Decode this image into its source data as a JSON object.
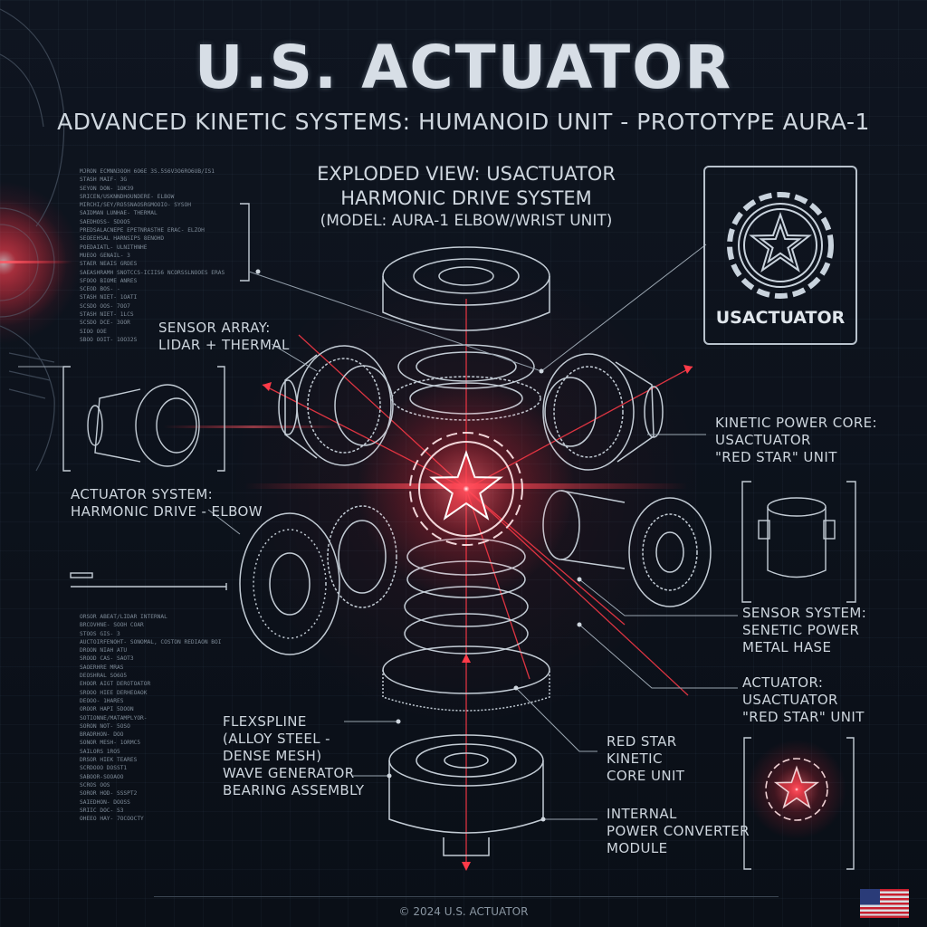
{
  "title": "U.S. ACTUATOR",
  "subtitle": "ADVANCED KINETIC SYSTEMS: HUMANOID UNIT - PROTOTYPE AURA-1",
  "exploded_view": {
    "line1": "EXPLODED VIEW: USACTUATOR",
    "line2": "HARMONIC DRIVE SYSTEM",
    "line3": "(MODEL: AURA-1 ELBOW/WRIST UNIT)"
  },
  "logo_text": "USACTUATOR",
  "labels": {
    "sensor_array": [
      "SENSOR ARRAY:",
      "LIDAR + THERMAL"
    ],
    "actuator_system": [
      "ACTUATOR SYSTEM:",
      "HARMONIC DRIVE - ELBOW"
    ],
    "kinetic_core": [
      "KINETIC POWER CORE:",
      "USACTUATOR",
      "\"RED STAR\" UNIT"
    ],
    "sensor_system": [
      "SENSOR SYSTEM:",
      "SENETIC POWER",
      "METAL HASE"
    ],
    "actuator": [
      "ACTUATOR:",
      "USACTUATOR",
      "\"RED STAR\" UNIT"
    ],
    "flexspline": [
      "FLEXSPLINE",
      "(ALLOY STEEL -",
      "DENSE MESH)",
      "WAVE GENERATOR",
      "BEARING ASSEMBLY"
    ],
    "red_star": [
      "RED STAR",
      "KINETIC",
      "CORE UNIT"
    ],
    "power_converter": [
      "INTERNAL",
      "POWER CONVERTER",
      "MODULE"
    ]
  },
  "spec_block_top": [
    "MJRON ECMNN3OOH 6O6E 3S.5S6V3O6RO6UB/IS1",
    "STASH MAIF- 3G",
    "SEYON DON- 1OK39",
    "SRICEN/USKNNDHOUNDERE- ELBOW",
    "MIRCHI/SEY/RO5SNAOSRGMOOIO- SYSOH",
    "SAIDMAN LUNHAE- THERMAL",
    "SAEDHOSS- 5DOO5",
    "PREDSALACNEPE EPETNRASTHE ERAC- ELZOH",
    "SEOEEHSAL HARNSIPS 8ENOHD",
    "POEDAIATL- ULNITHNHE",
    "MUEOO GENAIL- 3",
    "STAER NEAIS GRDES",
    "SAEASHRAMH SNOTCCS-ICIIS6 NCORSSLNOOES ERAS",
    "SFOOO BIOME ANRES",
    "SCEOD BOS- -",
    "STASH NIET- 1OATI",
    "SCSDO OOS- 7OO7",
    "STASH NIET- 1LCS",
    "SCSDO DCE- 3OOR",
    "SIOO OOE",
    "SBOO OOIT- 1OO32S"
  ],
  "spec_block_bottom": [
    "ORSOR ABEAT/LIDAR INTERNAL",
    "BRCOVHNE- SOOH COAR",
    "STOOS GIS- 3",
    "AUCTOIRFENOHT- SONOMAL, COSTON REDIAON BOI",
    "DROON NIAH ATU",
    "SROOD CAS- SAOT3",
    "SAOERHRE MRAS",
    "DEOSHRAL SO6O5",
    "EHOOR AIGT DEROTOATOR",
    "SROOO HIEE DERHEOAOK",
    "DEOOO- 1HARES",
    "OROOR HAPI 5DOON",
    "SOTIONNE/MATAMPLYOR-",
    "SORON NOT- 5OSO",
    "BRADRHON- DOO",
    "SONOR MESH- 1ORMC5",
    "SAILORS 1RO5",
    "DRSOR HIEK TEARES",
    "SCRDOOO DOSST1",
    "SABOOR-SOOAOO",
    "SCROS OOS",
    "SOROR HOD- SSSPT2",
    "SAIEDHON- DOOSS",
    "SRIIC DOC- S3",
    "OHEEO HAY- 7OCOOCTY"
  ],
  "copyright": "© 2024 U.S. ACTUATOR",
  "colors": {
    "background": "#0b1019",
    "line": "#c3ccd5",
    "accent_red": "#ff2a3a",
    "text": "#cfd7df"
  },
  "icons": [
    "usactuator-star-gear-logo",
    "red-star-gear-core",
    "us-flag"
  ]
}
